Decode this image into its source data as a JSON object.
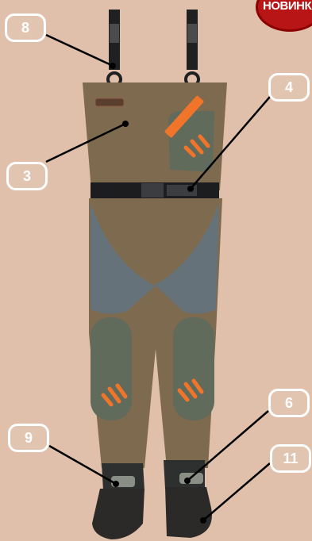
{
  "badge": {
    "text": "НОВИНКА",
    "color": "#b81616"
  },
  "callouts": [
    {
      "label": "8",
      "target": "suspender-buckle"
    },
    {
      "label": "4",
      "target": "belt-buckle"
    },
    {
      "label": "3",
      "target": "chest-body"
    },
    {
      "label": "6",
      "target": "ankle-band"
    },
    {
      "label": "9",
      "target": "ankle-band-left"
    },
    {
      "label": "11",
      "target": "boot-foot"
    }
  ],
  "colors": {
    "background": "#e0c0aa",
    "body": "#7e6a4f",
    "panel": "#5f6a5c",
    "blue_panel": "#66727a",
    "accent": "#f0742a",
    "boot": "#2e2c2c",
    "belt": "#1c1d1f"
  }
}
